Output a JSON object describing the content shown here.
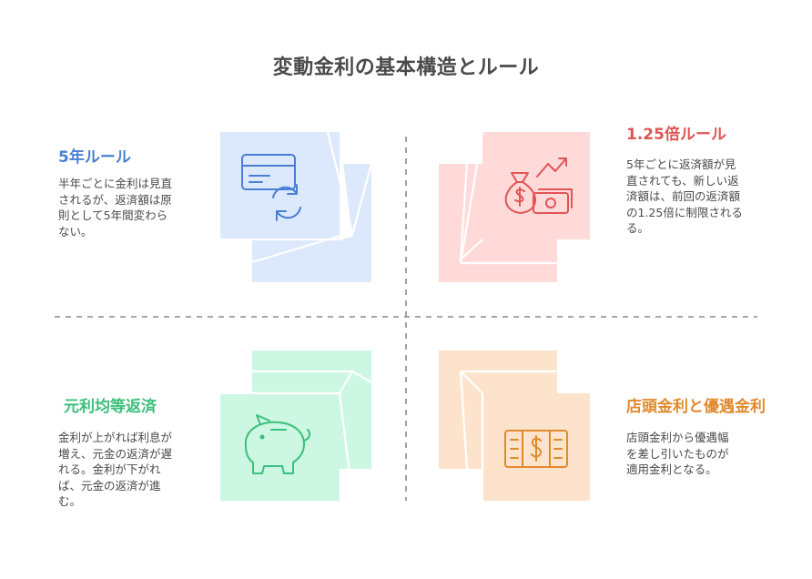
{
  "title": "変動金利の基本構造とルール",
  "colors": {
    "blue": "#4a7fd6",
    "red": "#e05555",
    "green": "#3cbf7a",
    "orange": "#e08a2e",
    "blue_fill": "#dce8fb",
    "red_fill": "#ffdad9",
    "green_fill": "#ccf7e3",
    "orange_fill": "#fde3cb"
  },
  "quadrants": [
    {
      "heading": "5年ルール",
      "text_lines": [
        "半年ごとに金利は見直",
        "されるが、返済額は原",
        "則として5年間変わら",
        "ない。"
      ],
      "icon": "credit-card-refresh-icon"
    },
    {
      "heading": "1.25倍ルール",
      "text_lines": [
        "5年ごとに返済額が見",
        "直されても、新しい返",
        "済額は、前回の返済額",
        "の1.25倍に制限される",
        "る。"
      ],
      "icon": "money-bag-growth-icon"
    },
    {
      "heading": "元利均等返済",
      "text_lines": [
        "金利が上がれば利息が",
        "増え、元金の返済が遅",
        "れる。金利が下がれ",
        "ば、元金の返済が進",
        "む。"
      ],
      "icon": "piggy-bank-icon"
    },
    {
      "heading": "店頭金利と優遇金利",
      "text_lines": [
        "店頭金利から優遇幅",
        "を差し引いたものが",
        "適用金利となる。"
      ],
      "icon": "banknote-stack-icon"
    }
  ]
}
